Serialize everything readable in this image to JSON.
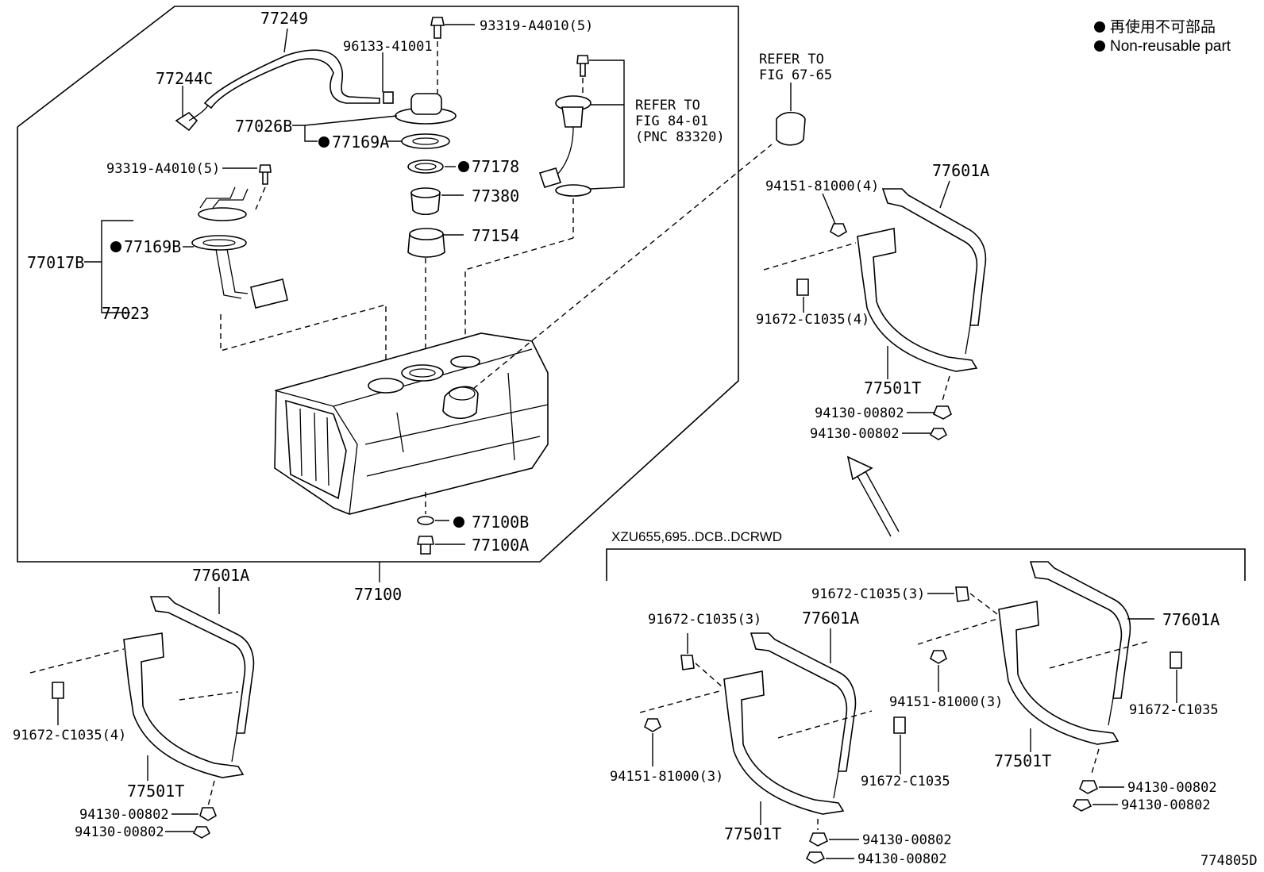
{
  "legend": {
    "items": [
      {
        "text": "再使用不可部品"
      },
      {
        "text": "Non-reusable part"
      }
    ]
  },
  "figure_id": "774805D",
  "variant_caption": "XZU655,695..DCB..DCRWD",
  "references": {
    "fig_67_65": [
      "REFER TO",
      "FIG 67-65"
    ],
    "fig_84_01": [
      "REFER TO",
      "FIG 84-01",
      "(PNC 83320)"
    ]
  },
  "tank_group": {
    "labels": {
      "p77249": "77249",
      "p93319_top": "93319-A4010(5)",
      "p96133": "96133-41001",
      "p77244C": "77244C",
      "p77026B": "77026B",
      "p77169A": "77169A",
      "p77178": "77178",
      "p77380": "77380",
      "p77154": "77154",
      "p93319_left": "93319-A4010(5)",
      "p77017B": "77017B",
      "p77169B": "77169B",
      "p77023": "77023",
      "p77100B": "77100B",
      "p77100A": "77100A",
      "p77100": "77100"
    }
  },
  "bracket_left": {
    "p77601A": "77601A",
    "p91672": "91672-C1035(4)",
    "p77501T": "77501T",
    "p94130_a": "94130-00802",
    "p94130_b": "94130-00802"
  },
  "bracket_right": {
    "p94151": "94151-81000(4)",
    "p77601A": "77601A",
    "p91672": "91672-C1035(4)",
    "p77501T": "77501T",
    "p94130_a": "94130-00802",
    "p94130_b": "94130-00802"
  },
  "variant_group": {
    "p91672_top": "91672-C1035(3)",
    "p91672_mid": "91672-C1035(3)",
    "p77601A_1": "77601A",
    "p77601A_2": "77601A",
    "p94151_1": "94151-81000(3)",
    "p94151_2": "94151-81000(3)",
    "p91672_1": "91672-C1035",
    "p91672_2": "91672-C1035",
    "p77501T_1": "77501T",
    "p77501T_2": "77501T",
    "p94130_1a": "94130-00802",
    "p94130_1b": "94130-00802",
    "p94130_2a": "94130-00802",
    "p94130_2b": "94130-00802"
  }
}
